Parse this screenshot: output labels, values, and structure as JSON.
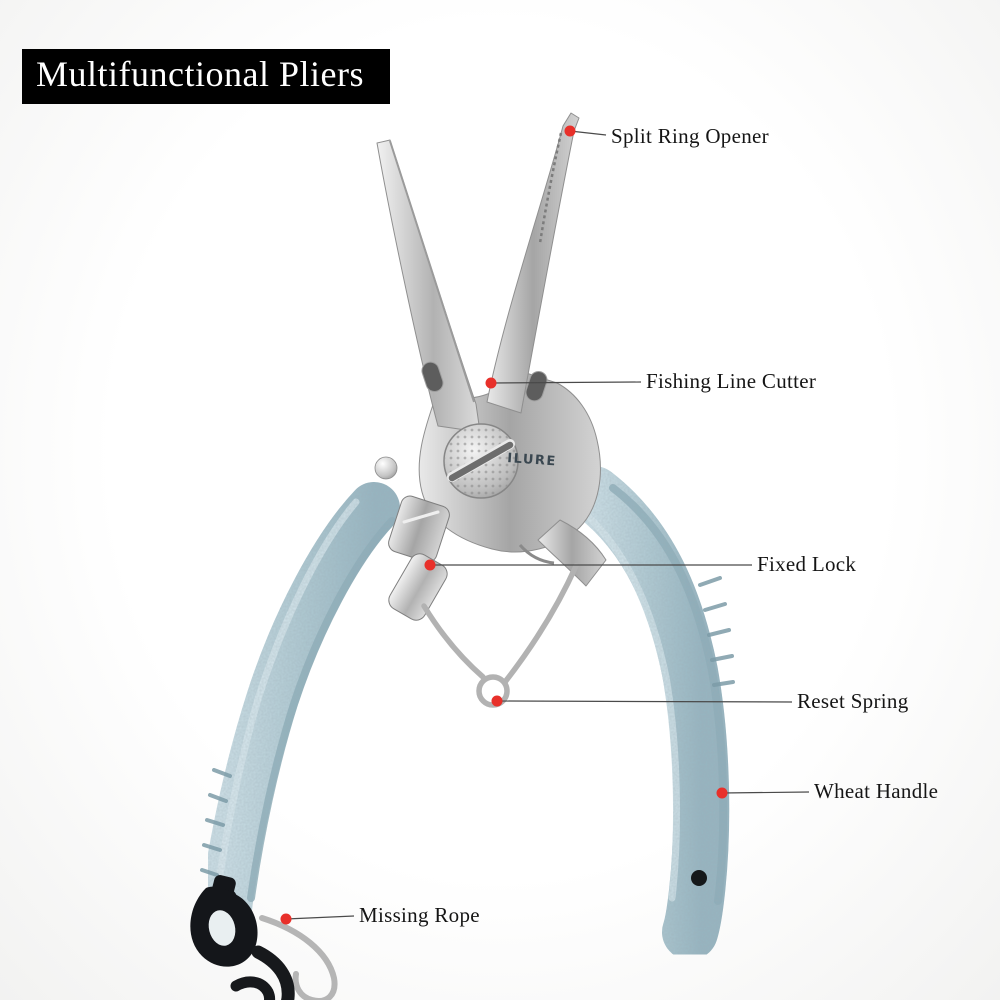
{
  "banner": {
    "title": "Multifunctional Pliers",
    "bg": "#000000",
    "fg": "#ffffff"
  },
  "product": {
    "name": "multifunctional fishing pliers",
    "brand_text": "ILURE",
    "colors": {
      "steel": "#b9b9b9",
      "handle_blue": "#afc9d2",
      "callout_dot": "#e8302a",
      "callout_line": "#4a4a4a",
      "rope_black": "#17191c"
    }
  },
  "callouts": [
    {
      "id": "split-ring-opener",
      "text": "Split Ring Opener"
    },
    {
      "id": "fishing-line-cutter",
      "text": "Fishing Line Cutter"
    },
    {
      "id": "fixed-lock",
      "text": "Fixed Lock"
    },
    {
      "id": "reset-spring",
      "text": "Reset Spring"
    },
    {
      "id": "wheat-handle",
      "text": "Wheat Handle"
    },
    {
      "id": "missing-rope",
      "text": "Missing Rope"
    }
  ]
}
